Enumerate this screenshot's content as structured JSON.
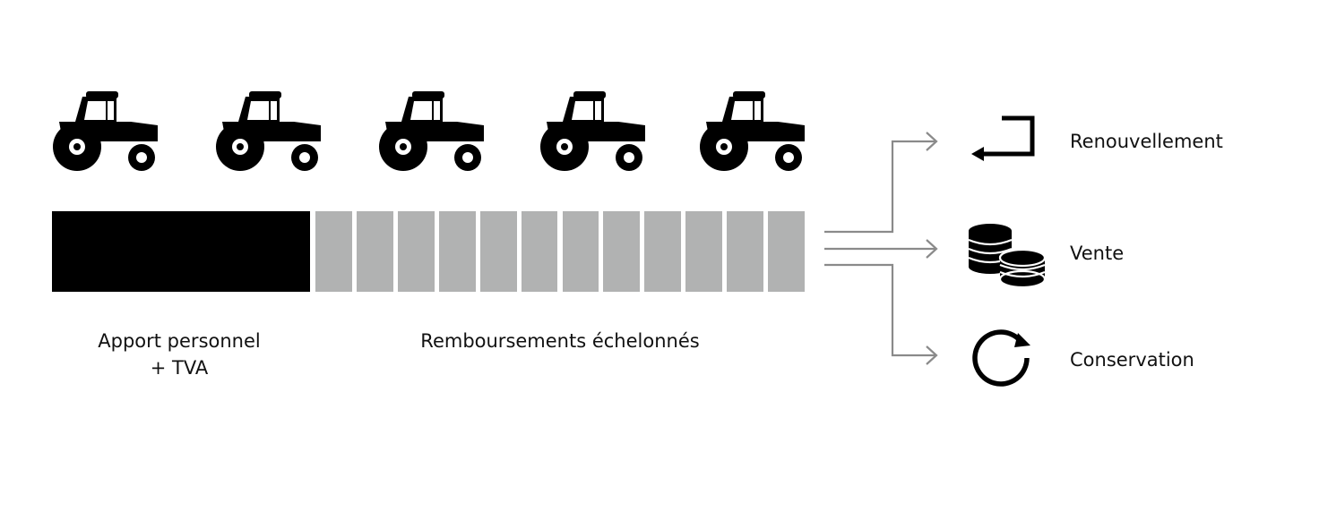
{
  "colors": {
    "deposit": "#000000",
    "installment": "#b1b2b2",
    "arrow": "#8a8a8a",
    "icon": "#000000"
  },
  "tractors": {
    "count": 5,
    "icon": "tractor-icon"
  },
  "bar": {
    "installment_count": 12
  },
  "labels": {
    "apport_line1": "Apport personnel",
    "apport_line2": "+ TVA",
    "remboursements": "Remboursements échelonnés"
  },
  "outcomes": [
    {
      "label": "Renouvellement",
      "icon": "return-arrow-icon"
    },
    {
      "label": "Vente",
      "icon": "coins-icon"
    },
    {
      "label": "Conservation",
      "icon": "refresh-icon"
    }
  ]
}
